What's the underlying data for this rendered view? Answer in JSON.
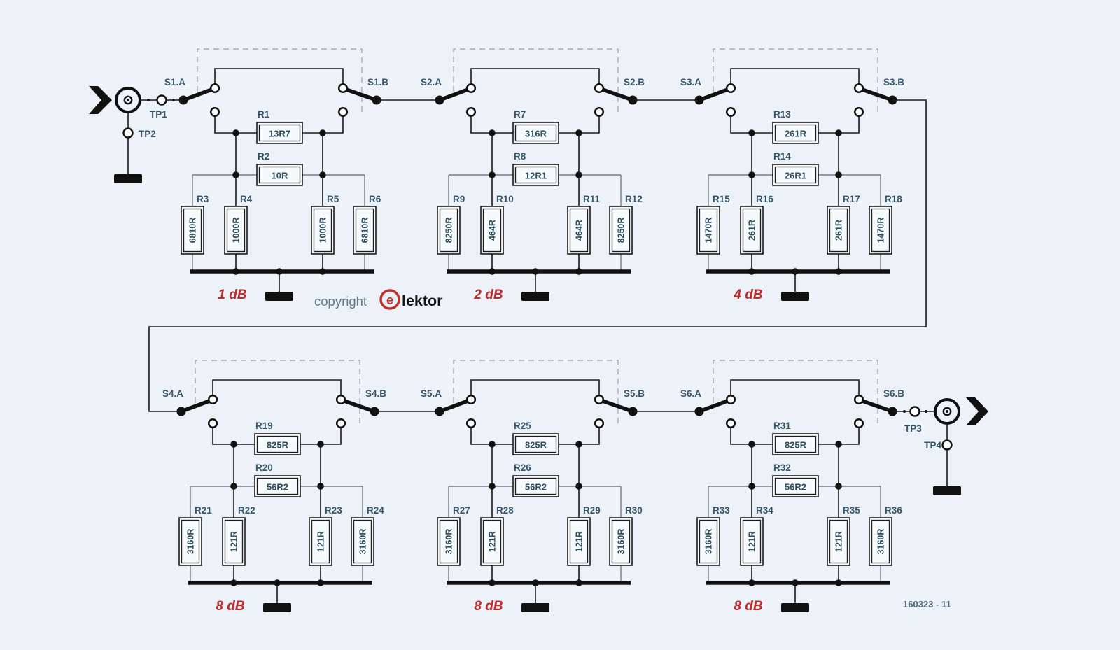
{
  "schematic": {
    "background_color": "#edf1f8",
    "wire_color": "#1a1a1a",
    "label_color": "#35566a",
    "accent_red": "#c02b2b",
    "doc_number": "160323 - 11",
    "copyright_text": "copyright",
    "brand_logo_letter": "e",
    "brand_text": "lektor",
    "input": {
      "tp_top": "TP1",
      "tp_bottom": "TP2"
    },
    "output": {
      "tp_top": "TP3",
      "tp_bottom": "TP4"
    },
    "stages": [
      {
        "attenuation": "1 dB",
        "sw_a": "S1.A",
        "sw_b": "S1.B",
        "series": {
          "ref": "R1",
          "value": "13R7"
        },
        "bridge": {
          "ref": "R2",
          "value": "10R"
        },
        "legs": [
          {
            "ref": "R3",
            "value": "6810R"
          },
          {
            "ref": "R4",
            "value": "1000R"
          },
          {
            "ref": "R5",
            "value": "1000R"
          },
          {
            "ref": "R6",
            "value": "6810R"
          }
        ]
      },
      {
        "attenuation": "2 dB",
        "sw_a": "S2.A",
        "sw_b": "S2.B",
        "series": {
          "ref": "R7",
          "value": "316R"
        },
        "bridge": {
          "ref": "R8",
          "value": "12R1"
        },
        "legs": [
          {
            "ref": "R9",
            "value": "8250R"
          },
          {
            "ref": "R10",
            "value": "464R"
          },
          {
            "ref": "R11",
            "value": "464R"
          },
          {
            "ref": "R12",
            "value": "8250R"
          }
        ]
      },
      {
        "attenuation": "4 dB",
        "sw_a": "S3.A",
        "sw_b": "S3.B",
        "series": {
          "ref": "R13",
          "value": "261R"
        },
        "bridge": {
          "ref": "R14",
          "value": "26R1"
        },
        "legs": [
          {
            "ref": "R15",
            "value": "1470R"
          },
          {
            "ref": "R16",
            "value": "261R"
          },
          {
            "ref": "R17",
            "value": "261R"
          },
          {
            "ref": "R18",
            "value": "1470R"
          }
        ]
      },
      {
        "attenuation": "8 dB",
        "sw_a": "S4.A",
        "sw_b": "S4.B",
        "series": {
          "ref": "R19",
          "value": "825R"
        },
        "bridge": {
          "ref": "R20",
          "value": "56R2"
        },
        "legs": [
          {
            "ref": "R21",
            "value": "3160R"
          },
          {
            "ref": "R22",
            "value": "121R"
          },
          {
            "ref": "R23",
            "value": "121R"
          },
          {
            "ref": "R24",
            "value": "3160R"
          }
        ]
      },
      {
        "attenuation": "8 dB",
        "sw_a": "S5.A",
        "sw_b": "S5.B",
        "series": {
          "ref": "R25",
          "value": "825R"
        },
        "bridge": {
          "ref": "R26",
          "value": "56R2"
        },
        "legs": [
          {
            "ref": "R27",
            "value": "3160R"
          },
          {
            "ref": "R28",
            "value": "121R"
          },
          {
            "ref": "R29",
            "value": "121R"
          },
          {
            "ref": "R30",
            "value": "3160R"
          }
        ]
      },
      {
        "attenuation": "8 dB",
        "sw_a": "S6.A",
        "sw_b": "S6.B",
        "series": {
          "ref": "R31",
          "value": "825R"
        },
        "bridge": {
          "ref": "R32",
          "value": "56R2"
        },
        "legs": [
          {
            "ref": "R33",
            "value": "3160R"
          },
          {
            "ref": "R34",
            "value": "121R"
          },
          {
            "ref": "R35",
            "value": "121R"
          },
          {
            "ref": "R36",
            "value": "3160R"
          }
        ]
      }
    ]
  }
}
